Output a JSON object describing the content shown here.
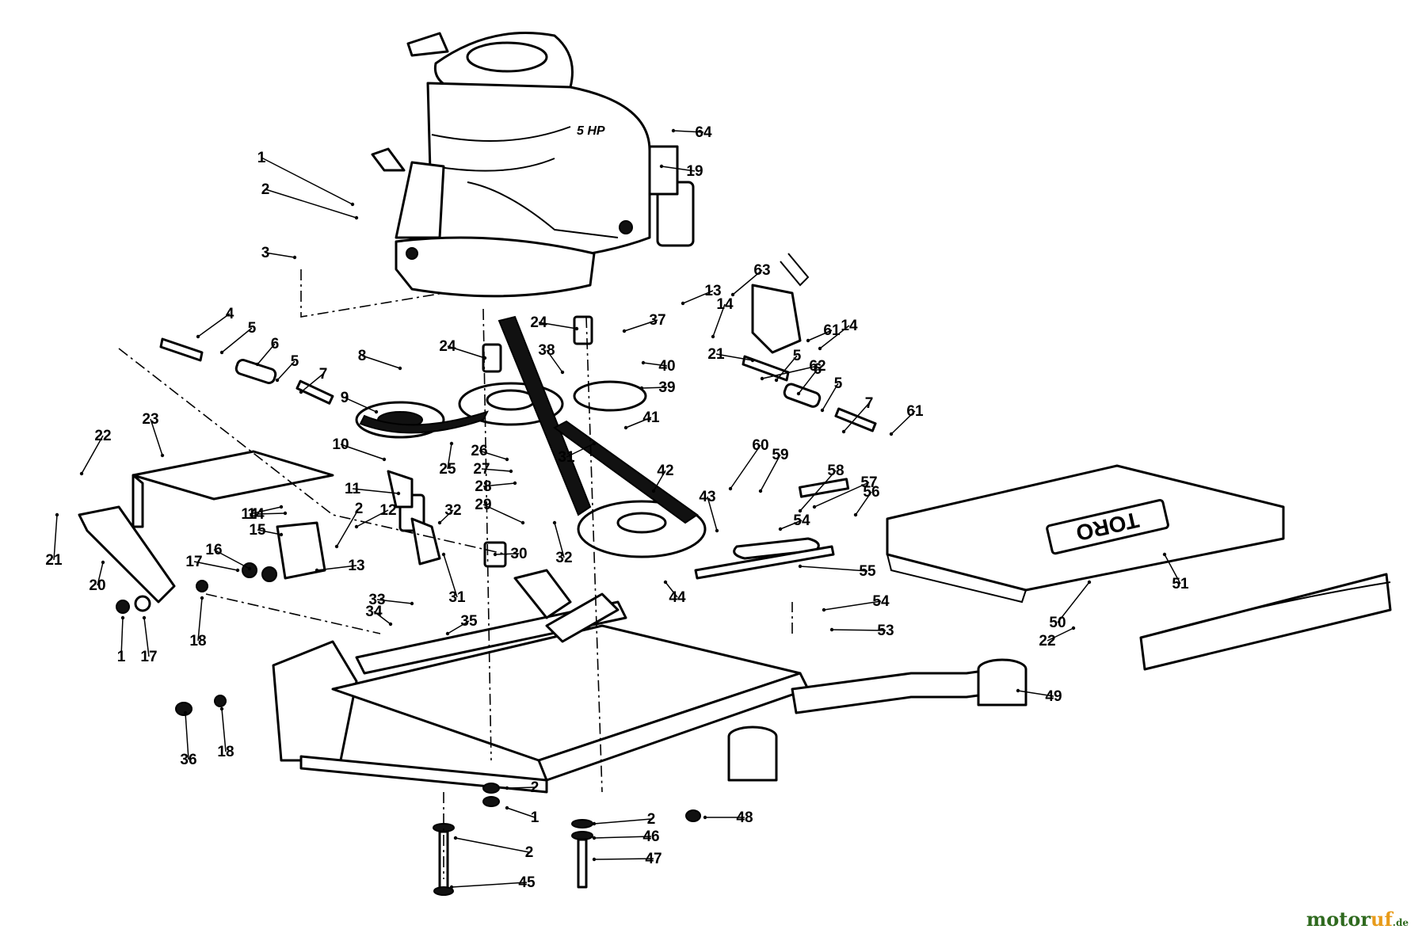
{
  "callouts": [
    {
      "n": "1"
    },
    {
      "n": "2"
    },
    {
      "n": "3"
    },
    {
      "n": "4"
    },
    {
      "n": "5"
    },
    {
      "n": "6"
    },
    {
      "n": "5"
    },
    {
      "n": "7"
    },
    {
      "n": "8"
    },
    {
      "n": "9"
    },
    {
      "n": "10"
    },
    {
      "n": "11"
    },
    {
      "n": "12"
    },
    {
      "n": "13"
    },
    {
      "n": "14"
    },
    {
      "n": "15"
    },
    {
      "n": "16"
    },
    {
      "n": "17"
    },
    {
      "n": "18"
    },
    {
      "n": "17"
    },
    {
      "n": "1"
    },
    {
      "n": "18"
    },
    {
      "n": "20"
    },
    {
      "n": "21"
    },
    {
      "n": "22"
    },
    {
      "n": "23"
    },
    {
      "n": "14"
    },
    {
      "n": "2"
    },
    {
      "n": "24"
    },
    {
      "n": "24"
    },
    {
      "n": "25"
    },
    {
      "n": "26"
    },
    {
      "n": "27"
    },
    {
      "n": "28"
    },
    {
      "n": "29"
    },
    {
      "n": "30"
    },
    {
      "n": "31"
    },
    {
      "n": "32"
    },
    {
      "n": "31"
    },
    {
      "n": "32"
    },
    {
      "n": "33"
    },
    {
      "n": "34"
    },
    {
      "n": "35"
    },
    {
      "n": "36"
    },
    {
      "n": "37"
    },
    {
      "n": "38"
    },
    {
      "n": "39"
    },
    {
      "n": "40"
    },
    {
      "n": "41"
    },
    {
      "n": "42"
    },
    {
      "n": "43"
    },
    {
      "n": "44"
    },
    {
      "n": "45"
    },
    {
      "n": "2"
    },
    {
      "n": "1"
    },
    {
      "n": "2"
    },
    {
      "n": "2"
    },
    {
      "n": "46"
    },
    {
      "n": "47"
    },
    {
      "n": "48"
    },
    {
      "n": "49"
    },
    {
      "n": "50"
    },
    {
      "n": "22"
    },
    {
      "n": "51"
    },
    {
      "n": "53"
    },
    {
      "n": "54"
    },
    {
      "n": "55"
    },
    {
      "n": "54"
    },
    {
      "n": "56"
    },
    {
      "n": "57"
    },
    {
      "n": "58"
    },
    {
      "n": "59"
    },
    {
      "n": "60"
    },
    {
      "n": "61"
    },
    {
      "n": "7"
    },
    {
      "n": "5"
    },
    {
      "n": "6"
    },
    {
      "n": "5"
    },
    {
      "n": "62"
    },
    {
      "n": "21"
    },
    {
      "n": "14"
    },
    {
      "n": "13"
    },
    {
      "n": "63"
    },
    {
      "n": "61"
    },
    {
      "n": "14"
    },
    {
      "n": "64"
    },
    {
      "n": "19"
    }
  ],
  "engine_decal": "5 HP",
  "cover_logo": "TORO",
  "watermark": {
    "name_a": "motor",
    "name_b": "uf",
    "suffix": ".de",
    "color_a": "#2f6a1f",
    "color_b": "#e89b1a"
  },
  "colors": {
    "ink": "#000000",
    "paper": "#ffffff"
  }
}
